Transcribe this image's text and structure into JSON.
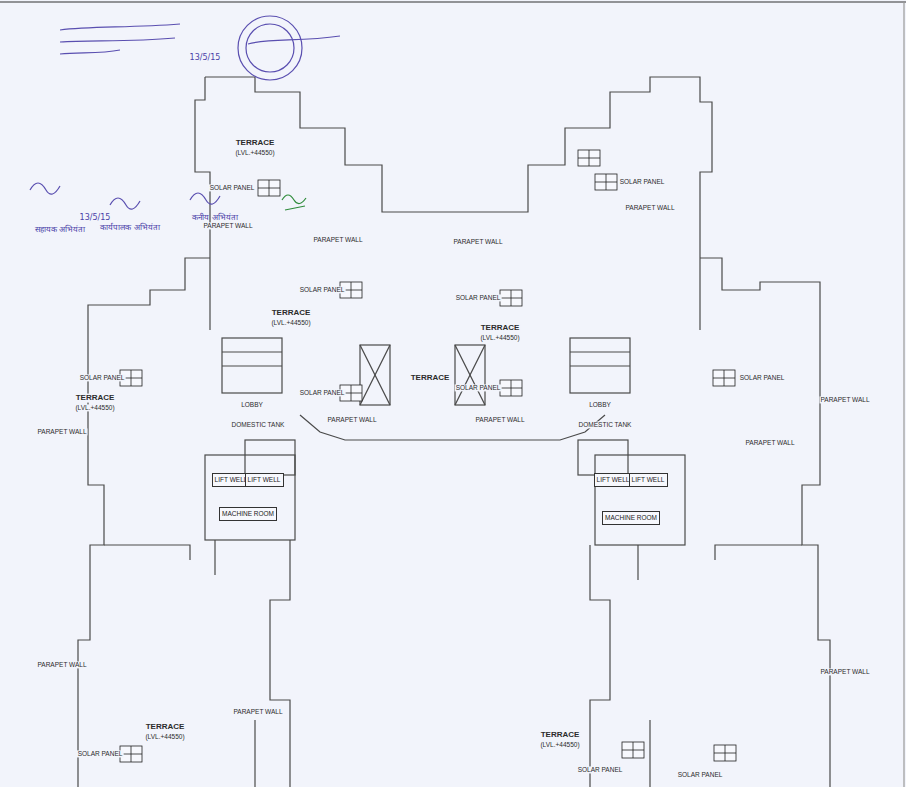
{
  "diagram": {
    "nodes": [
      {
        "text": [
          "LIFT WELL"
        ]
      },
      {
        "text": [
          "LIFT WELL"
        ]
      },
      {
        "text": [
          "MACHINE ROOM"
        ]
      },
      {
        "text": [
          "LIFT WELL"
        ]
      },
      {
        "text": [
          "LIFT WELL"
        ]
      },
      {
        "text": [
          "MACHINE ROOM"
        ]
      }
    ],
    "labels": [
      "TERRACE",
      "(LVL.+44550)",
      "TERRACE",
      "(LVL.+44550)",
      "TERRACE",
      "TERRACE",
      "(LVL.+44550)",
      "TERRACE",
      "(LVL.+44550)",
      "TERRACE",
      "(LVL.+44550)",
      "TERRACE",
      "(LVL.+44550)",
      "DOMESTIC TANK",
      "DOMESTIC TANK",
      "LOBBY",
      "LOBBY",
      "SOLAR PANEL",
      "SOLAR PANEL",
      "SOLAR PANEL",
      "SOLAR PANEL",
      "SOLAR PANEL",
      "SOLAR PANEL",
      "SOLAR PANEL",
      "SOLAR PANEL",
      "SOLAR PANEL",
      "SOLAR PANEL",
      "SOLAR PANEL",
      "PARAPET WALL",
      "PARAPET WALL",
      "PARAPET WALL",
      "PARAPET WALL",
      "PARAPET WALL",
      "PARAPET WALL",
      "PARAPET WALL",
      "PARAPET WALL",
      "PARAPET WALL",
      "PARAPET WALL",
      "PARAPET WALL",
      "PARAPET WALL",
      "13/5/15",
      "13/5/15",
      "सहायक अभियंता",
      "कार्यपालक अभियंता",
      "कनीय अभियंता"
    ]
  }
}
